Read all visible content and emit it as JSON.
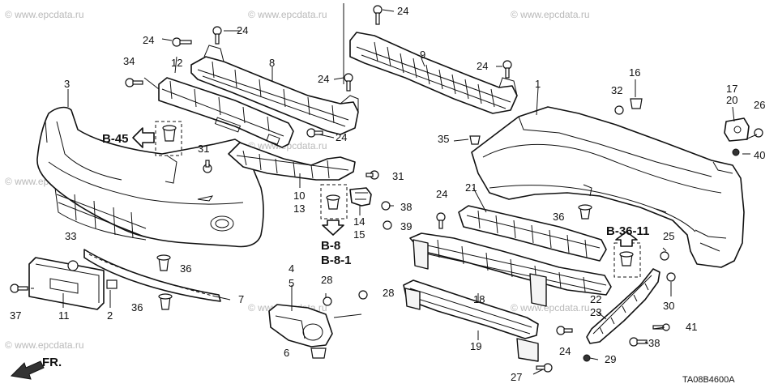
{
  "watermark": "© www.epcdata.ru",
  "diagram_code": "TA08B4600A",
  "front_label": "FR.",
  "reference_labels": {
    "b45": "B-45",
    "b8": "B-8",
    "b81": "B-8-1",
    "b3611": "B-36-11"
  },
  "parts": {
    "p1": "1",
    "p2": "2",
    "p3": "3",
    "p4": "4",
    "p5": "5",
    "p6": "6",
    "p7": "7",
    "p8": "8",
    "p9": "9",
    "p10": "10",
    "p11": "11",
    "p12": "12",
    "p13": "13",
    "p14": "14",
    "p15": "15",
    "p16": "16",
    "p17": "17",
    "p18": "18",
    "p19": "19",
    "p20": "20",
    "p21": "21",
    "p22": "22",
    "p23": "23",
    "p24": "24",
    "p25": "25",
    "p26": "26",
    "p27": "27",
    "p28": "28",
    "p29": "29",
    "p30": "30",
    "p31": "31",
    "p32": "32",
    "p33": "33",
    "p34": "34",
    "p35": "35",
    "p36": "36",
    "p37": "37",
    "p38": "38",
    "p39": "39",
    "p40": "40",
    "p41": "41"
  }
}
